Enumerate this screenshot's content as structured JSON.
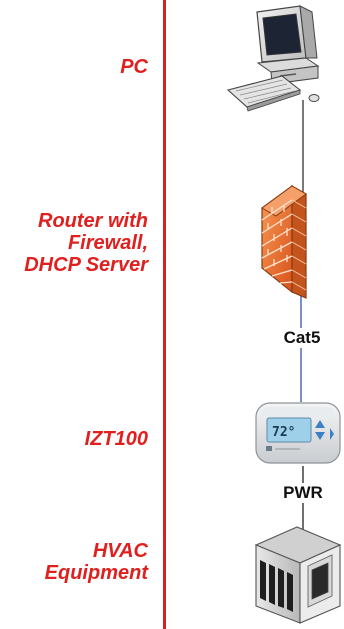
{
  "labels": {
    "pc": "PC",
    "router": "Router with\nFirewall,\nDHCP Server",
    "izt": "IZT100",
    "hvac": "HVAC\nEquipment"
  },
  "connections": {
    "cat5": "Cat5",
    "pwr": "PWR"
  },
  "thermostat": {
    "display": "72°"
  },
  "colors": {
    "label": "#e01f1f",
    "divider": "#d42222",
    "link_top": "#333333",
    "link_cat5": "#3355aa",
    "firewall": "#f0712a"
  },
  "icons": [
    "pc-icon",
    "firewall-icon",
    "thermostat-icon",
    "hvac-unit-icon"
  ]
}
